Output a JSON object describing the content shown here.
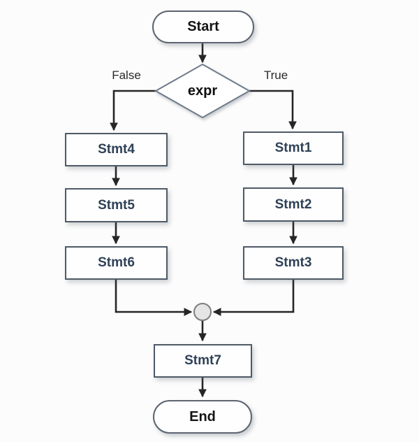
{
  "diagram": {
    "nodes": {
      "start": "Start",
      "decision": "expr",
      "stmt1": "Stmt1",
      "stmt2": "Stmt2",
      "stmt3": "Stmt3",
      "stmt4": "Stmt4",
      "stmt5": "Stmt5",
      "stmt6": "Stmt6",
      "stmt7": "Stmt7",
      "end": "End"
    },
    "edge_labels": {
      "false": "False",
      "true": "True"
    },
    "edges": [
      {
        "from": "Start",
        "to": "expr"
      },
      {
        "from": "expr",
        "to": "Stmt4",
        "label": "False"
      },
      {
        "from": "expr",
        "to": "Stmt1",
        "label": "True"
      },
      {
        "from": "Stmt4",
        "to": "Stmt5"
      },
      {
        "from": "Stmt5",
        "to": "Stmt6"
      },
      {
        "from": "Stmt1",
        "to": "Stmt2"
      },
      {
        "from": "Stmt2",
        "to": "Stmt3"
      },
      {
        "from": "Stmt6",
        "to": "junction"
      },
      {
        "from": "Stmt3",
        "to": "junction"
      },
      {
        "from": "junction",
        "to": "Stmt7"
      },
      {
        "from": "Stmt7",
        "to": "End"
      }
    ]
  },
  "colors": {
    "background": "#fcfcfc",
    "box_border": "#4e5a66",
    "box_fill": "#fefeff",
    "box_text": "#2f4156",
    "terminator_border": "#5c6570",
    "terminator_text": "#141414",
    "diamond_border": "#6e7b8a",
    "connector": "#262626",
    "junction_fill": "#e5e5e5",
    "junction_border": "#7d7d7d",
    "edge_label_text": "#2a2a2a"
  }
}
